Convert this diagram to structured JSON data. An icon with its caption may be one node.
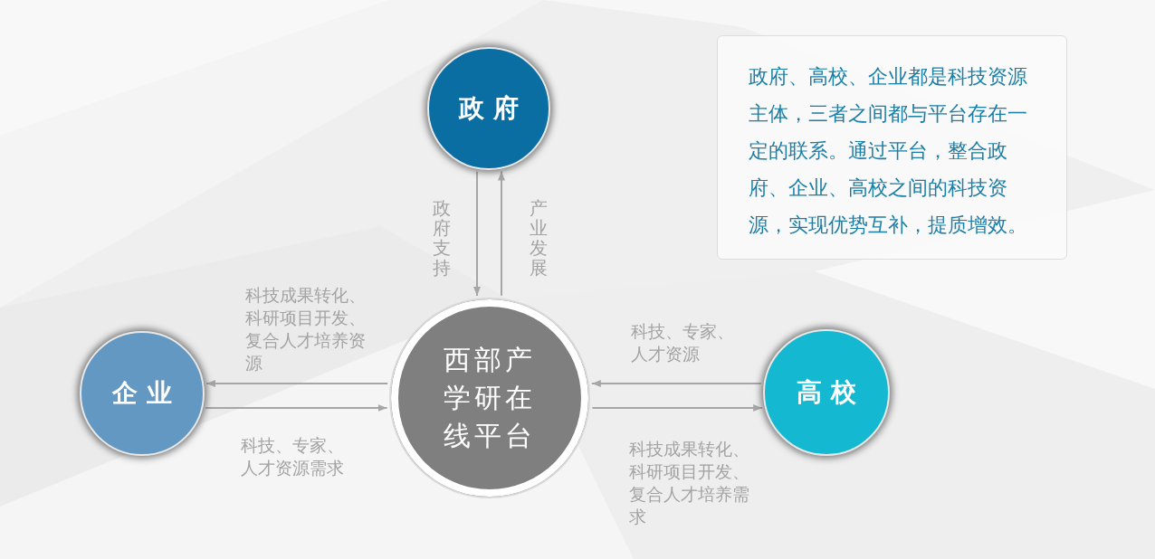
{
  "diagram": {
    "nodes": [
      {
        "text": [
          "政府"
        ]
      },
      {
        "text": [
          "政府、高校、企业都是科技资源主体，三者之间都与平台存在一定的联系。通过平台，整合政府、企业、高校之间的科技资源，实现优势互补，提质增效。"
        ]
      },
      {
        "text": [
          "企业"
        ]
      },
      {
        "text": [
          "西部产学研在线平台"
        ]
      },
      {
        "text": [
          "高校"
        ]
      }
    ],
    "edges": [
      {
        "from": 0,
        "to": 3,
        "arrow": "to",
        "label": "政府支持"
      },
      {
        "from": 3,
        "to": 0,
        "arrow": "to",
        "label": "产业发展"
      },
      {
        "from": 3,
        "to": 2,
        "arrow": "to",
        "label": "科技成果转化、科研项目开发、复合人才培养资源"
      },
      {
        "from": 2,
        "to": 3,
        "arrow": "to",
        "label": "科技、专家、人才资源需求"
      },
      {
        "from": 4,
        "to": 3,
        "arrow": "to",
        "label": "科技、专家、人才资源"
      },
      {
        "from": 3,
        "to": 4,
        "arrow": "to",
        "label": "科技成果转化、科研项目开发、复合人才培养需求"
      }
    ]
  }
}
